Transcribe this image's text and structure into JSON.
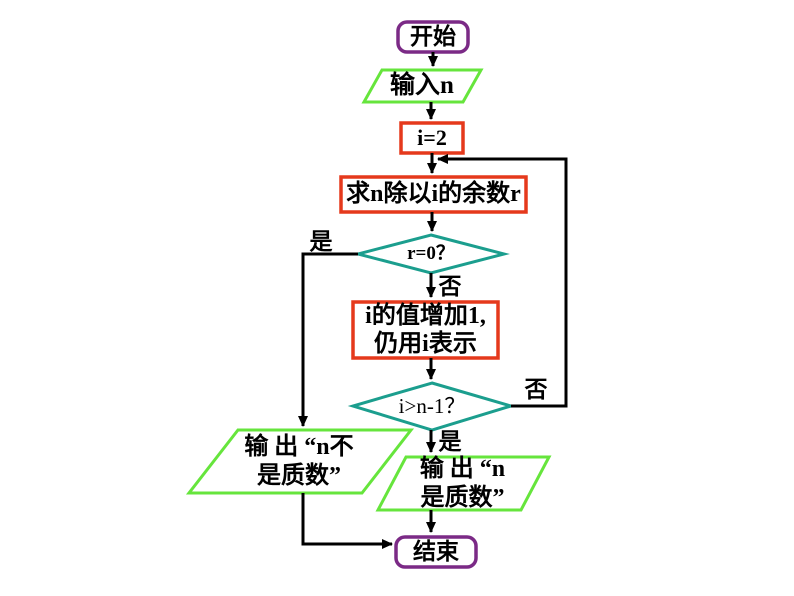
{
  "flowchart": {
    "nodes": {
      "start": "开始",
      "input_n": "输入n",
      "init_i": "i=2",
      "remainder": "求n除以i的余数r",
      "check_r": "r=0？",
      "increment_line1": "i的值增加1,",
      "increment_line2": "仍用i表示",
      "check_i": "i>n-1？",
      "output_not_prime_line1": "输 出 “n不",
      "output_not_prime_line2": "是质数”",
      "output_prime_line1": "输 出 “n",
      "output_prime_line2": "是质数”",
      "end": "结束"
    },
    "edge_labels": {
      "r_yes": "是",
      "r_no": "否",
      "i_no": "否",
      "i_yes": "是"
    },
    "colors": {
      "terminal_border": "#7B2A86",
      "io_border": "#66E53C",
      "process_border": "#E5391C",
      "decision_border": "#1B9E8E",
      "line": "#000000",
      "text": "#000000",
      "background": "#FFFFFF"
    }
  }
}
